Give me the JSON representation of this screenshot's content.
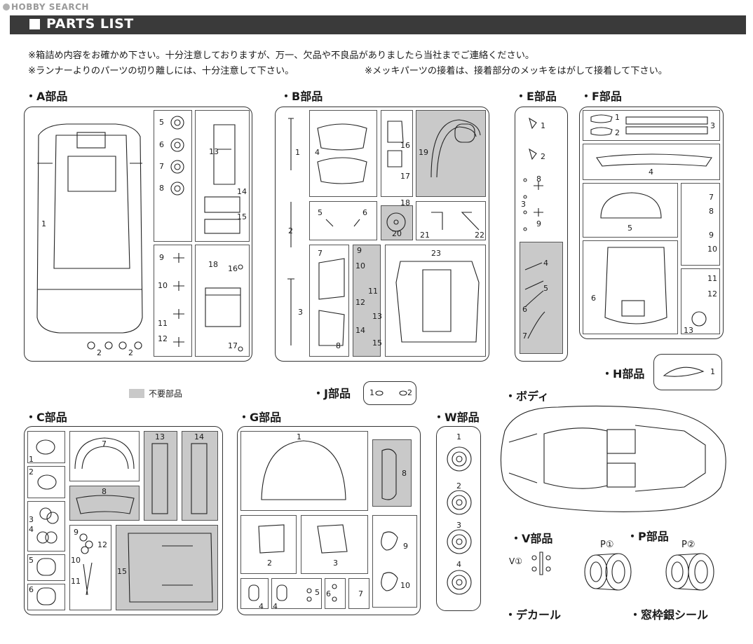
{
  "watermark": "HOBBY SEARCH",
  "header": {
    "title": "PARTS LIST"
  },
  "notes": [
    "※箱詰め内容をお確かめ下さい。十分注意しておりますが、万一、欠品や不良品がありましたら当社までご連絡ください。",
    "※ランナーよりのパーツの切り離しには、十分注意して下さい。",
    "※メッキパーツの接着は、接着部分のメッキをはがして接着して下さい。"
  ],
  "sections": {
    "a": "・A部品",
    "b": "・B部品",
    "e": "・E部品",
    "f": "・F部品",
    "h": "・H部品",
    "j": "・J部品",
    "c": "・C部品",
    "g": "・G部品",
    "w": "・W部品",
    "body": "・ボディ",
    "v": "・V部品",
    "p": "・P部品",
    "decal": "・デカール",
    "seal": "・窓枠銀シール"
  },
  "legend": {
    "label": "不要部品",
    "color": "#c9c9c9"
  },
  "parts": {
    "a": [
      "1",
      "2",
      "2",
      "5",
      "6",
      "7",
      "8",
      "13",
      "14",
      "15",
      "9",
      "10",
      "11",
      "12",
      "18",
      "16",
      "17"
    ],
    "b": [
      "1",
      "2",
      "3",
      "4",
      "5",
      "6",
      "16",
      "17",
      "18",
      "19",
      "20",
      "21",
      "22",
      "7",
      "8",
      "9",
      "10",
      "11",
      "12",
      "13",
      "14",
      "15",
      "23"
    ],
    "e": [
      "1",
      "2",
      "8",
      "3",
      "9",
      "4",
      "5",
      "6",
      "7"
    ],
    "f": [
      "1",
      "2",
      "3",
      "4",
      "5",
      "7",
      "8",
      "9",
      "10",
      "6",
      "11",
      "12",
      "13"
    ],
    "h": [
      "1"
    ],
    "j": [
      "1",
      "2"
    ],
    "c": [
      "1",
      "2",
      "3",
      "4",
      "5",
      "6",
      "7",
      "8",
      "13",
      "14",
      "9",
      "10",
      "11",
      "12",
      "15"
    ],
    "g": [
      "1",
      "8",
      "2",
      "3",
      "9",
      "10",
      "4",
      "4",
      "5",
      "6",
      "7"
    ],
    "w": [
      "1",
      "2",
      "3",
      "4"
    ],
    "v": [
      "V①"
    ],
    "p": [
      "P①",
      "P②"
    ]
  }
}
